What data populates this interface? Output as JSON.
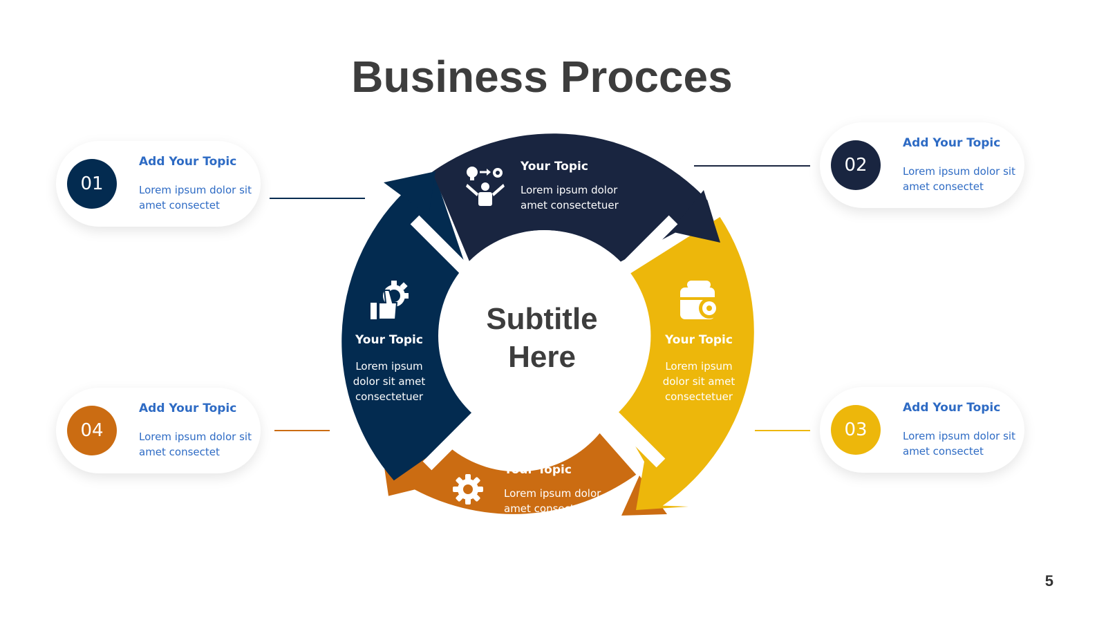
{
  "title": "Business Procces",
  "center": {
    "line1": "Subtitle",
    "line2": "Here"
  },
  "colors": {
    "navy": "#192540",
    "dark_blue": "#032b50",
    "gold": "#edb70b",
    "orange": "#cb6c12",
    "topic_text": "#2e6bc4"
  },
  "segments": [
    {
      "title": "Your Topic",
      "line1": "Lorem ipsum dolor",
      "line2": "amet consectetuer",
      "icon": "idea-process-icon"
    },
    {
      "title": "Your Topic",
      "line1": "Lorem ipsum",
      "line2": "dolor sit amet",
      "line3": "consectetuer",
      "icon": "briefcase-gear-icon"
    },
    {
      "title": "Your Topic",
      "line1": "Lorem ipsum dolor",
      "line2": "amet consectetuer",
      "icon": "gear-icon"
    },
    {
      "title": "Your Topic",
      "line1": "Lorem ipsum",
      "line2": "dolor sit amet",
      "line3": "consectetuer",
      "icon": "thumbs-up-gear-icon"
    }
  ],
  "cards": [
    {
      "number": "01",
      "title": "Add Your Topic",
      "text": "Lorem ipsum dolor sit amet consectet"
    },
    {
      "number": "02",
      "title": "Add Your Topic",
      "text": "Lorem ipsum dolor sit amet consectet"
    },
    {
      "number": "03",
      "title": "Add Your Topic",
      "text": "Lorem ipsum dolor sit amet consectet"
    },
    {
      "number": "04",
      "title": "Add Your Topic",
      "text": "Lorem ipsum dolor sit amet consectet"
    }
  ],
  "page_number": "5"
}
